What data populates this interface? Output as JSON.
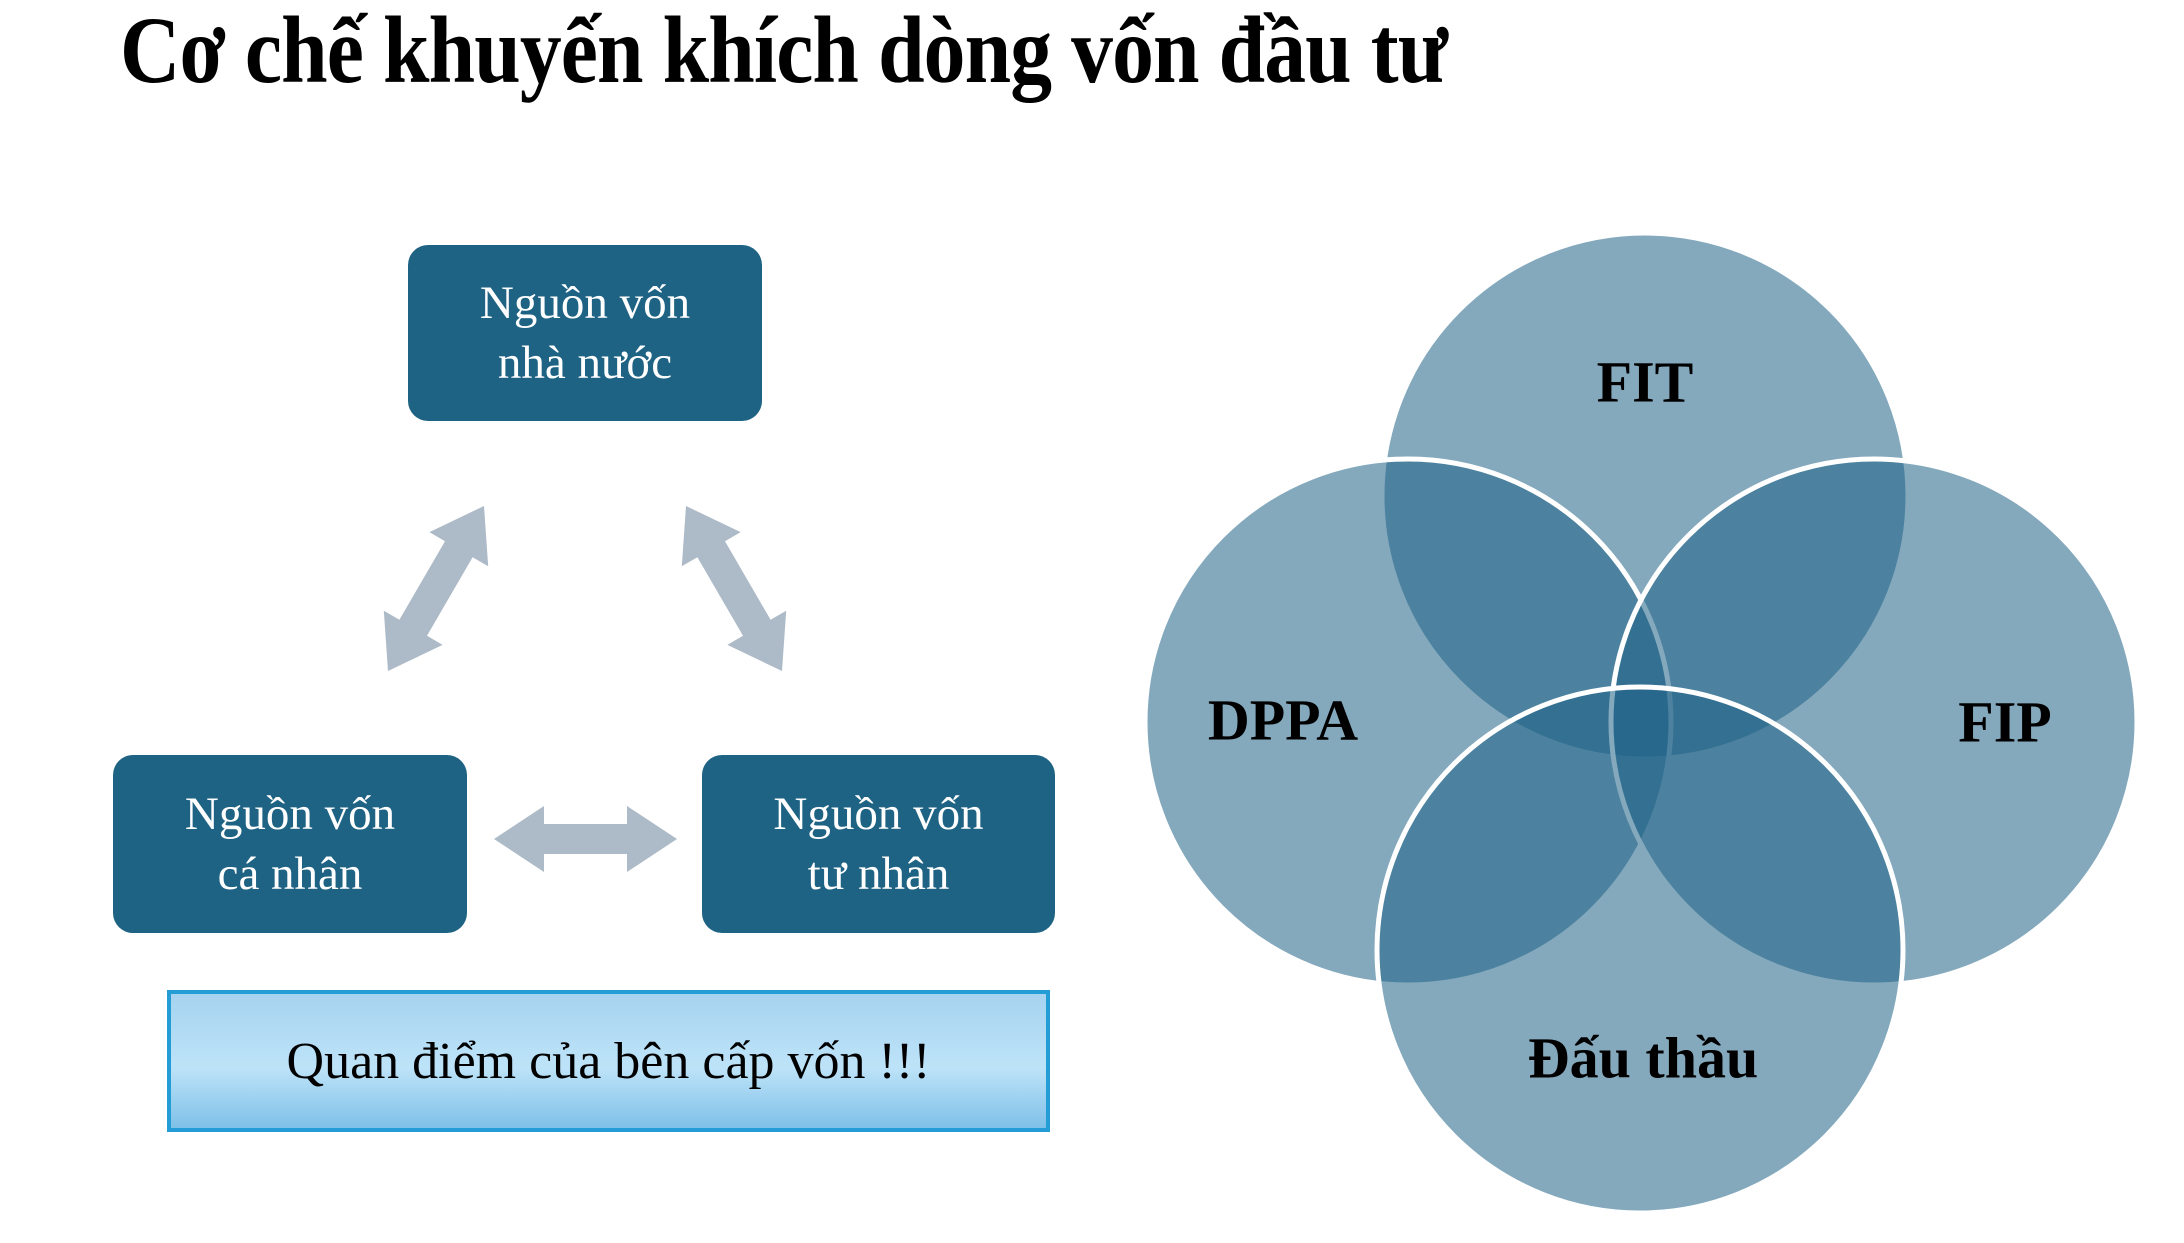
{
  "slide": {
    "title": "Cơ chế khuyến khích dòng vốn đầu tư",
    "background_color": "#ffffff"
  },
  "cycle_diagram": {
    "box_fill_color": "#1f6384",
    "box_text_color": "#ffffff",
    "arrow_color": "#adbac7",
    "boxes": {
      "state": {
        "line1": "Nguồn vốn",
        "line2": "nhà nước"
      },
      "individual": {
        "line1": "Nguồn vốn",
        "line2": "cá nhân"
      },
      "private": {
        "line1": "Nguồn vốn",
        "line2": "tư nhân"
      }
    },
    "note_banner": {
      "text": "Quan điểm của bên cấp vốn !!!",
      "border_color": "#249dd6",
      "fill_top_color": "#a6d3f0",
      "fill_bottom_color": "#7fc0e8",
      "text_color": "#000000"
    }
  },
  "venn_diagram": {
    "circle_fill_color": "#1f6386",
    "circle_fill_opacity": "0.55",
    "circle_stroke_color": "#ffffff",
    "label_color": "#000000",
    "circles": {
      "fit": {
        "label": "FIT"
      },
      "dppa": {
        "label": "DPPA"
      },
      "fip": {
        "label": "FIP"
      },
      "dau_thau": {
        "label": "Đấu thầu"
      }
    }
  }
}
